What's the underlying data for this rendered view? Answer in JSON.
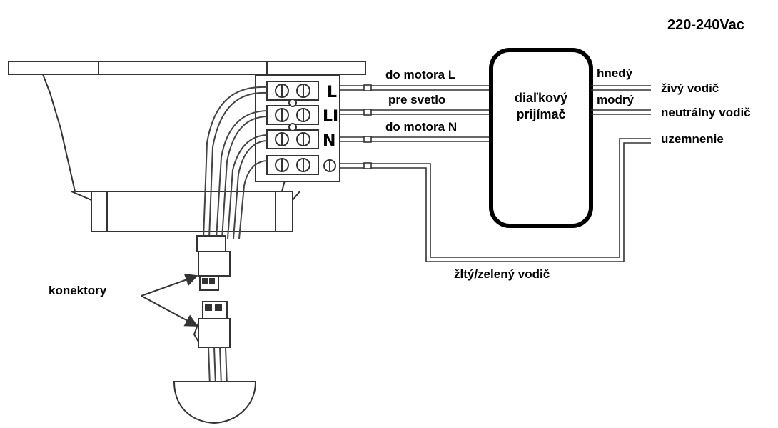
{
  "voltage": "220-240Vac",
  "terminals": [
    "L",
    "LI",
    "N"
  ],
  "wires_left": [
    "do motora L",
    "pre svetlo",
    "do motora N"
  ],
  "receiver": [
    "diaľkový",
    "prijímač"
  ],
  "wires_right": [
    "hnedý",
    "modrý"
  ],
  "mains": [
    "živý vodič",
    "neutrálny vodič",
    "uzemnenie"
  ],
  "ground_wire": "žltý/zelený vodič",
  "connectors": "konektory"
}
